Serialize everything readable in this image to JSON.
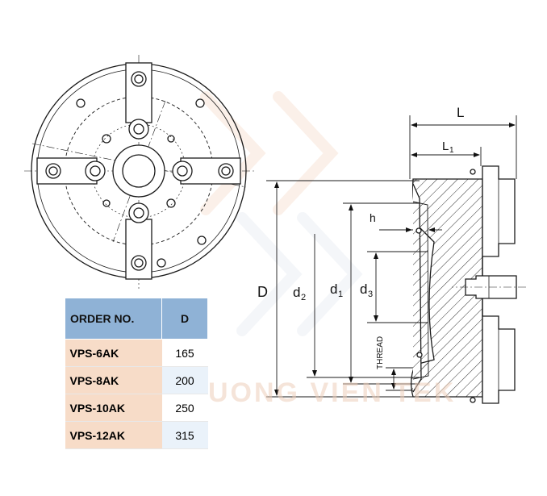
{
  "dimensions": {
    "L": "L",
    "L1": "L",
    "L1_sub": "1",
    "h": "h",
    "D": "D",
    "d2": "d",
    "d2_sub": "2",
    "d1": "d",
    "d1_sub": "1",
    "d3": "d",
    "d3_sub": "3",
    "thread": "THREAD"
  },
  "table": {
    "headers": [
      "ORDER NO.",
      "D"
    ],
    "rows": [
      {
        "order": "VPS-6AK",
        "d": "165"
      },
      {
        "order": "VPS-8AK",
        "d": "200"
      },
      {
        "order": "VPS-10AK",
        "d": "250"
      },
      {
        "order": "VPS-12AK",
        "d": "315"
      }
    ]
  },
  "watermark": "UONG VIEN TEK",
  "colors": {
    "header": "#8fb2d6",
    "model_cell": "#f7dcc8",
    "alt_cell": "#eaf2fa",
    "line": "#1a1a1a"
  }
}
